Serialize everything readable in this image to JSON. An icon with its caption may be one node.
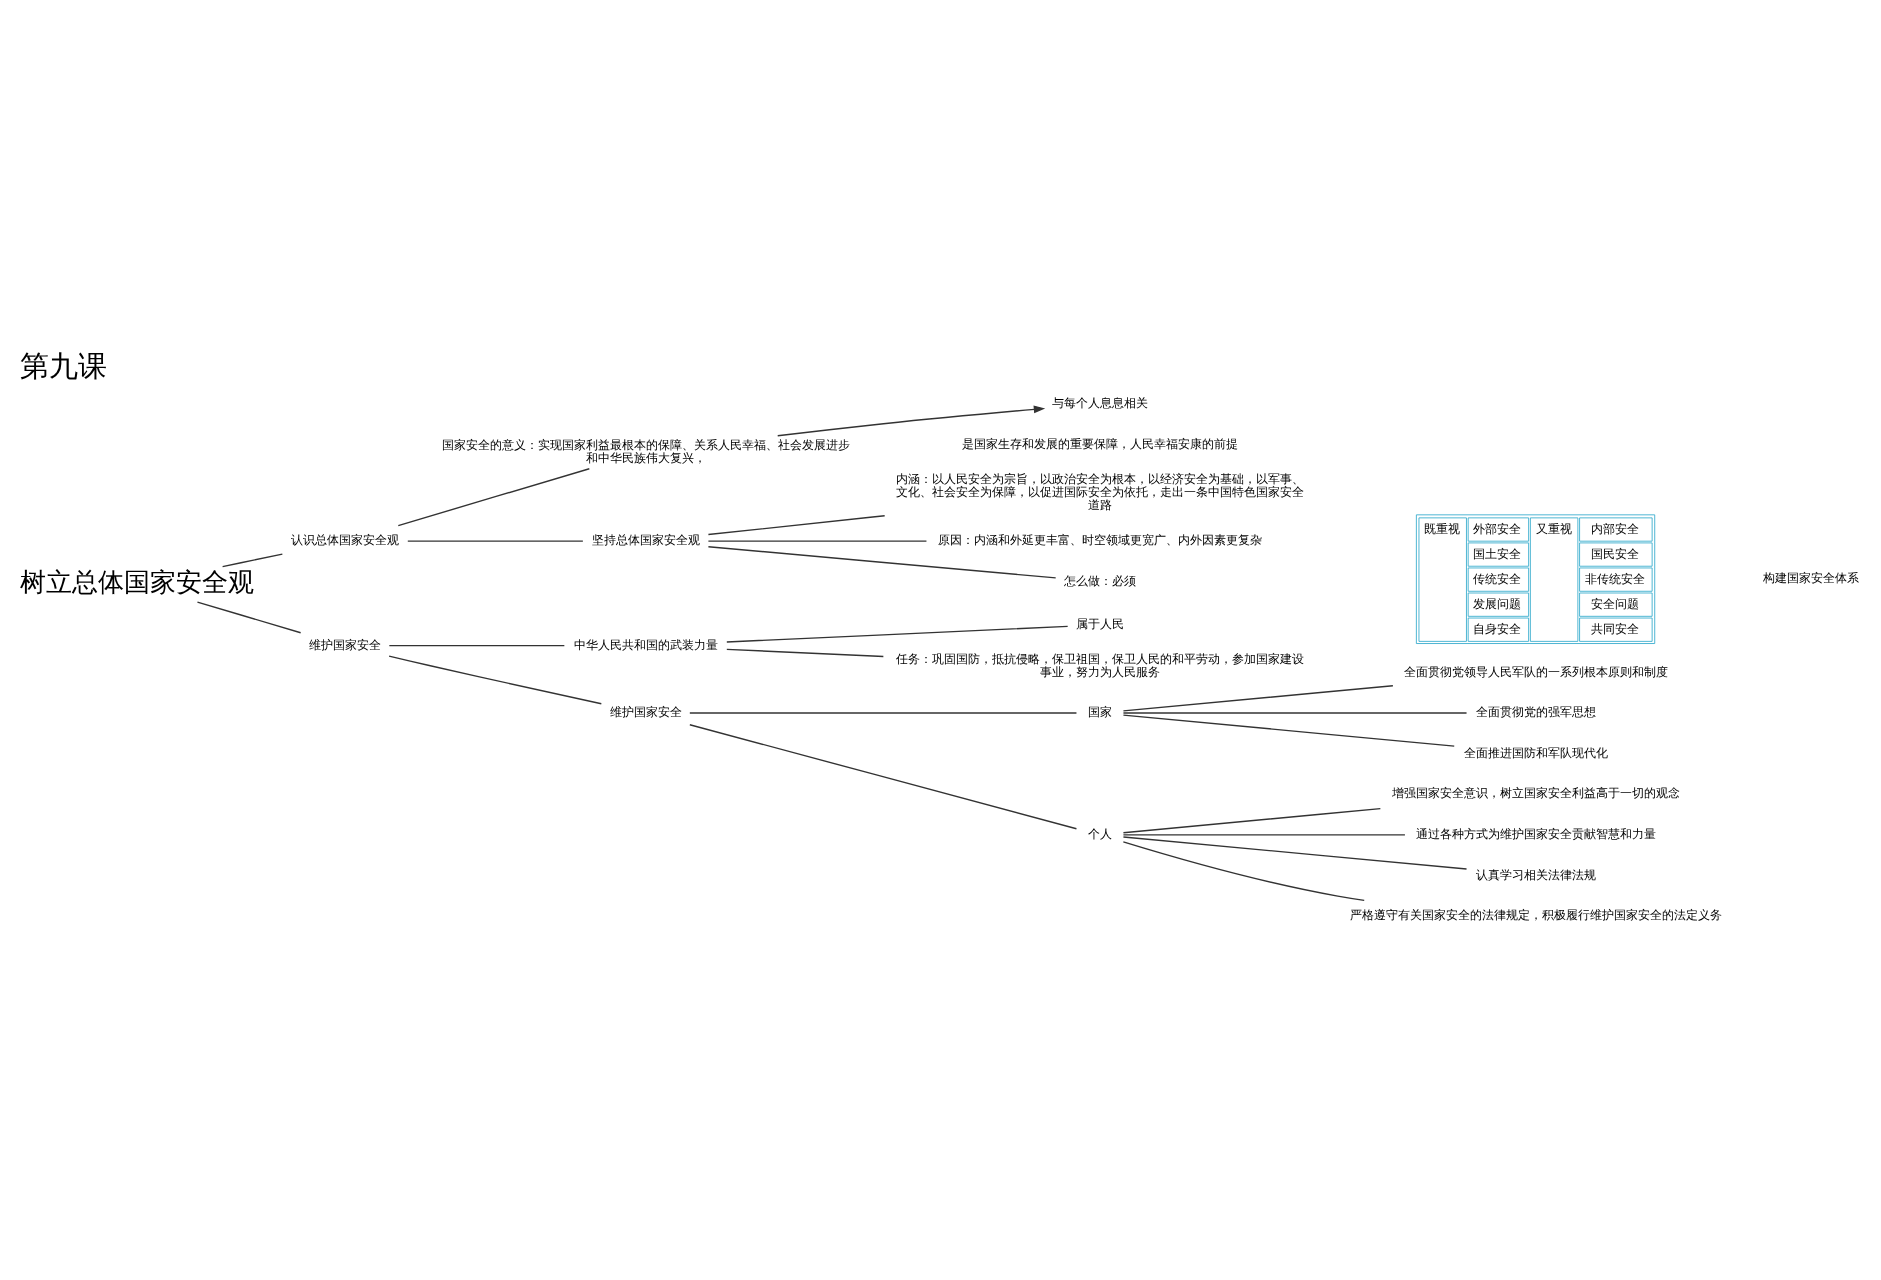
{
  "diagram": {
    "title": "第九课",
    "nodes": [
      {
        "text": [
          "树立总体国家安全观"
        ]
      },
      {
        "text": [
          "认识总体国家安全观"
        ]
      },
      {
        "text": [
          "维护国家安全"
        ]
      },
      {
        "text": [
          "国家安全的意义：实现国家利益最根本的保障、关系人民幸福、社会发展进步和中华民族伟大复兴，"
        ]
      },
      {
        "text": [
          "与每个人息息相关"
        ],
        "beside": [
          "是国家生存和发展的重要保障，人民幸福安康的前提"
        ]
      },
      {
        "text": [
          "坚持总体国家安全观"
        ]
      },
      {
        "text": [
          "内涵：以人民安全为宗旨，以政治安全为根本，以经济安全为基础，以军事、文化、社会安全为保障，以促进国际安全为依托，走出一条中国特色国家安全道路"
        ]
      },
      {
        "text": [
          "原因：内涵和外延更丰富、时空领域更宽广、内外因素更复杂"
        ]
      },
      {
        "text": [
          "怎么做：必须"
        ]
      },
      {
        "text": [
          "中华人民共和国的武装力量"
        ]
      },
      {
        "text": [
          "属于人民"
        ]
      },
      {
        "text": [
          "任务：巩固国防，抵抗侵略，保卫祖国，保卫人民的和平劳动，参加国家建设事业，努力为人民服务"
        ]
      },
      {
        "text": [
          "维护国家安全"
        ]
      },
      {
        "text": [
          "国家"
        ]
      },
      {
        "text": [
          "全面贯彻党领导人民军队的一系列根本原则和制度"
        ]
      },
      {
        "text": [
          "全面贯彻党的强军思想"
        ]
      },
      {
        "text": [
          "全面推进国防和军队现代化"
        ]
      },
      {
        "text": [
          "个人"
        ]
      },
      {
        "text": [
          "增强国家安全意识，树立国家安全利益高于一切的观念"
        ]
      },
      {
        "text": [
          "通过各种方式为维护国家安全贡献智慧和力量"
        ]
      },
      {
        "text": [
          "认真学习相关法律法规"
        ]
      },
      {
        "text": [
          "严格遵守有关国家安全的法律规定，积极履行维护国家安全的法定义务"
        ]
      }
    ],
    "edges": [
      {
        "from": 0,
        "to": 1,
        "arrow": "none"
      },
      {
        "from": 0,
        "to": 2,
        "arrow": "none"
      },
      {
        "from": 1,
        "to": 3,
        "arrow": "none"
      },
      {
        "from": 1,
        "to": 5,
        "arrow": "none"
      },
      {
        "from": 3,
        "to": 4,
        "arrow": "to"
      },
      {
        "from": 5,
        "to": 6,
        "arrow": "none"
      },
      {
        "from": 5,
        "to": 7,
        "arrow": "none"
      },
      {
        "from": 5,
        "to": 8,
        "arrow": "none"
      },
      {
        "from": 2,
        "to": 9,
        "arrow": "none"
      },
      {
        "from": 2,
        "to": 12,
        "arrow": "none"
      },
      {
        "from": 9,
        "to": 10,
        "arrow": "none"
      },
      {
        "from": 9,
        "to": 11,
        "arrow": "none"
      },
      {
        "from": 12,
        "to": 13,
        "arrow": "none"
      },
      {
        "from": 12,
        "to": 17,
        "arrow": "none"
      },
      {
        "from": 13,
        "to": 14,
        "arrow": "none"
      },
      {
        "from": 13,
        "to": 15,
        "arrow": "none"
      },
      {
        "from": 13,
        "to": 16,
        "arrow": "none"
      },
      {
        "from": 17,
        "to": 18,
        "arrow": "none"
      },
      {
        "from": 17,
        "to": 19,
        "arrow": "none"
      },
      {
        "from": 17,
        "to": 20,
        "arrow": "none"
      },
      {
        "from": 17,
        "to": 21,
        "arrow": "none"
      }
    ],
    "labels": [
      "既重视",
      "外部安全",
      "又重视",
      "内部安全",
      "国土安全",
      "国民安全",
      "传统安全",
      "非传统安全",
      "发展问题",
      "安全问题",
      "自身安全",
      "共同安全",
      "构建国家安全体系"
    ]
  }
}
